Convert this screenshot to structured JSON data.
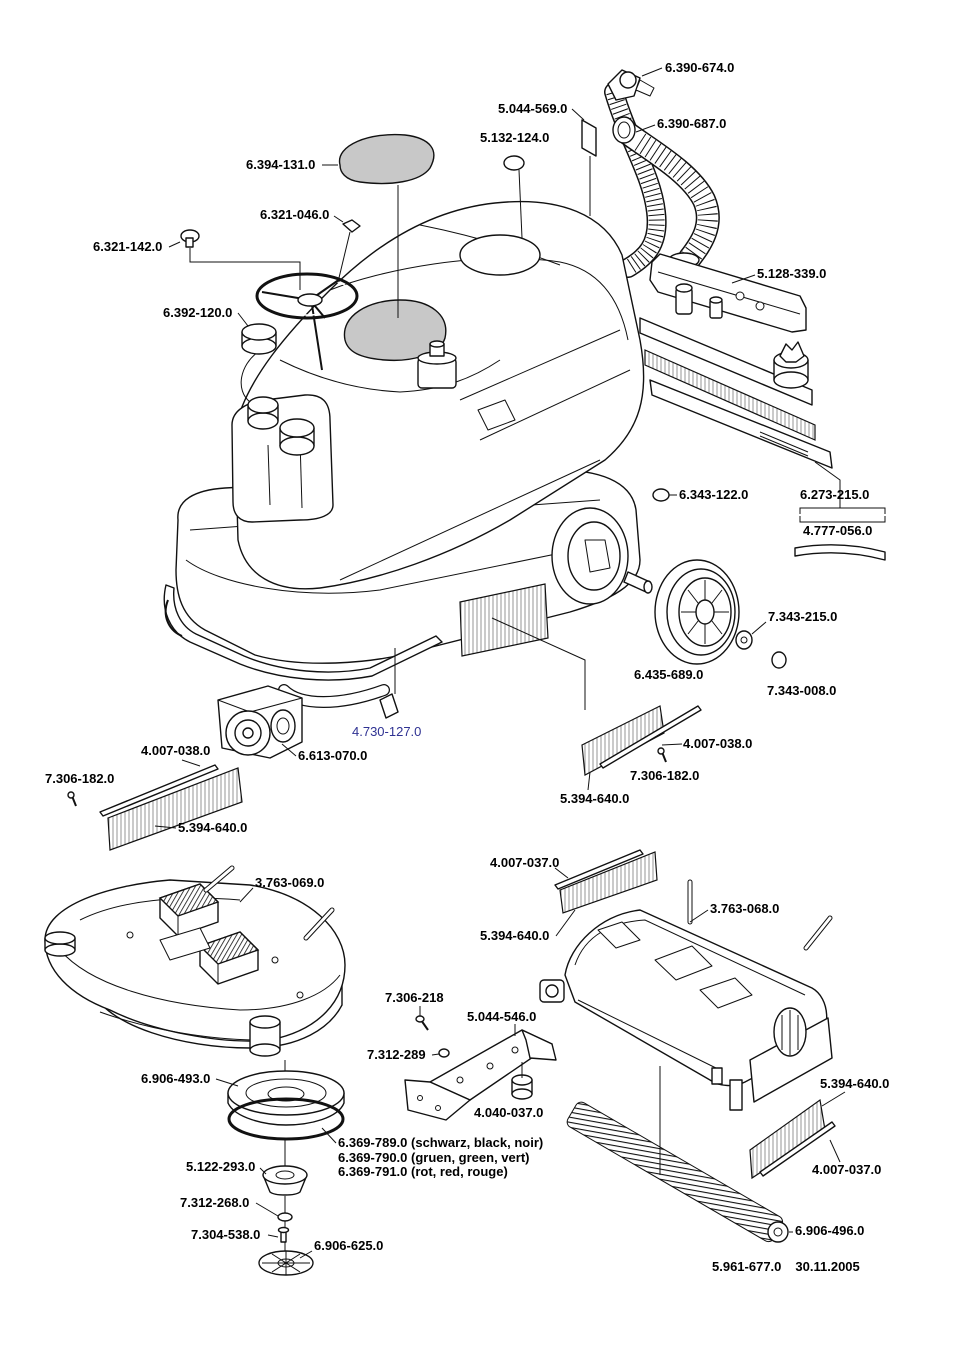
{
  "part_labels": [
    "6.390-674.0",
    "5.044-569.0",
    "6.390-687.0",
    "5.132-124.0",
    "6.394-131.0",
    "6.321-046.0",
    "6.321-142.0",
    "5.128-339.0",
    "6.392-120.0",
    "6.343-122.0",
    "6.273-215.0",
    "4.777-056.0",
    "7.343-215.0",
    "6.435-689.0",
    "7.343-008.0",
    "4.730-127.0",
    "4.007-038.0",
    "6.613-070.0",
    "4.007-038.0",
    "7.306-182.0",
    "7.306-182.0",
    "5.394-640.0",
    "5.394-640.0",
    "4.007-037.0",
    "3.763-069.0",
    "3.763-068.0",
    "5.394-640.0",
    "7.306-218",
    "5.044-546.0",
    "7.312-289",
    "6.906-493.0",
    "5.394-640.0",
    "4.040-037.0",
    "6.369-789.0 (schwarz, black, noir)",
    "6.369-790.0 (gruen, green, vert)",
    "6.369-791.0 (rot, red, rouge)",
    "5.122-293.0",
    "4.007-037.0",
    "7.312-268.0",
    "6.906-496.0",
    "7.304-538.0",
    "6.906-625.0"
  ],
  "footer": {
    "document_number": "5.961-677.0",
    "date": "30.11.2005"
  },
  "colors": {
    "line_art": "#111111",
    "label_text": "#000000",
    "highlighted_label": "#2e3192",
    "seat_fill": "#c8c8c8"
  }
}
